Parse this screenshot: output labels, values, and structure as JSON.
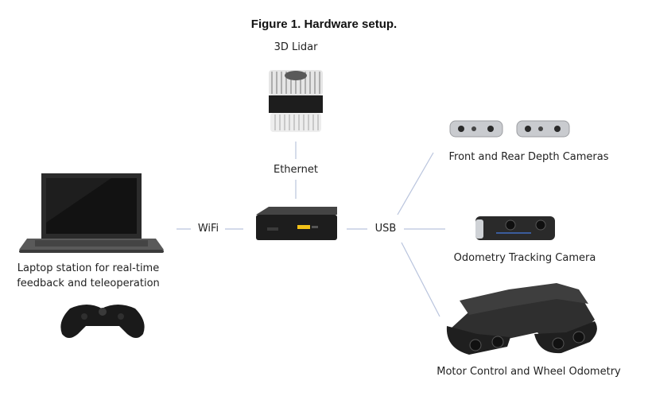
{
  "figure": {
    "title": "Figure 1. Hardware setup."
  },
  "nodes": {
    "lidar": {
      "label": "3D Lidar",
      "icon": "lidar-icon"
    },
    "laptop": {
      "label_line1": "Laptop station for real-time",
      "label_line2": "feedback and teleoperation",
      "icon": "laptop-icon"
    },
    "controller": {
      "icon": "gamepad-icon"
    },
    "computer": {
      "icon": "mini-pc-icon"
    },
    "depth_cameras": {
      "label": "Front and Rear Depth Cameras",
      "icon": "depth-camera-icon"
    },
    "tracking_camera": {
      "label": "Odometry Tracking Camera",
      "icon": "tracking-camera-icon"
    },
    "robot": {
      "label": "Motor Control and Wheel Odometry",
      "icon": "tracked-robot-icon"
    }
  },
  "connections": {
    "ethernet": "Ethernet",
    "wifi": "WiFi",
    "usb": "USB"
  },
  "colors": {
    "connector": "#b9c4dd",
    "device_dark": "#2a2a2a",
    "text": "#222222"
  }
}
